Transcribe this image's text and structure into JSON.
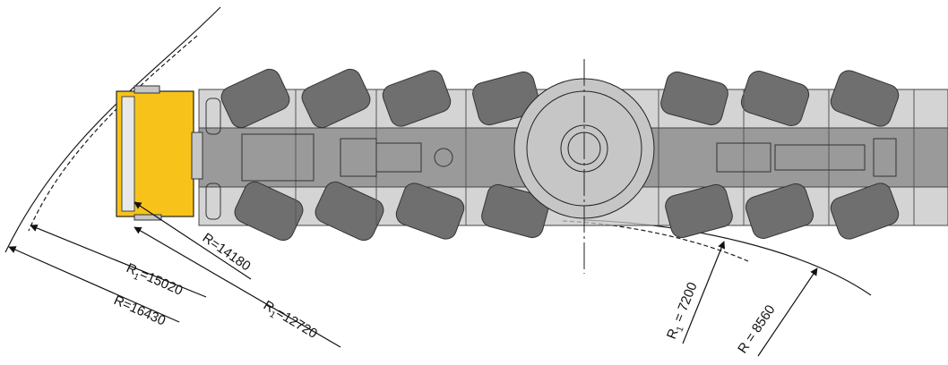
{
  "diagram": {
    "colors": {
      "body": "#c6c6c6",
      "body_dark": "#9a9a9a",
      "wheel": "#6f6f6f",
      "wheel_light": "#8c8c8c",
      "cab_yellow": "#f7c31a",
      "line": "#1a1a1a",
      "background": "#ffffff"
    },
    "radius_labels": [
      {
        "id": "r-16430",
        "prefix": "R",
        "sub": "",
        "value": "=16430"
      },
      {
        "id": "r1-15020",
        "prefix": "R",
        "sub": "1",
        "value": "=15020"
      },
      {
        "id": "r-14180",
        "prefix": "R",
        "sub": "",
        "value": "=14180"
      },
      {
        "id": "r1-12720",
        "prefix": "R",
        "sub": "1",
        "value": "=12720"
      },
      {
        "id": "r1-7200",
        "prefix": "R",
        "sub": "1",
        "value": " = 7200"
      },
      {
        "id": "r-8560",
        "prefix": "R",
        "sub": "",
        "value": " = 8560"
      }
    ],
    "icons": {
      "crane": "mobile-crane-top-view",
      "cab": "driver-cab",
      "turntable": "slewing-ring"
    }
  }
}
